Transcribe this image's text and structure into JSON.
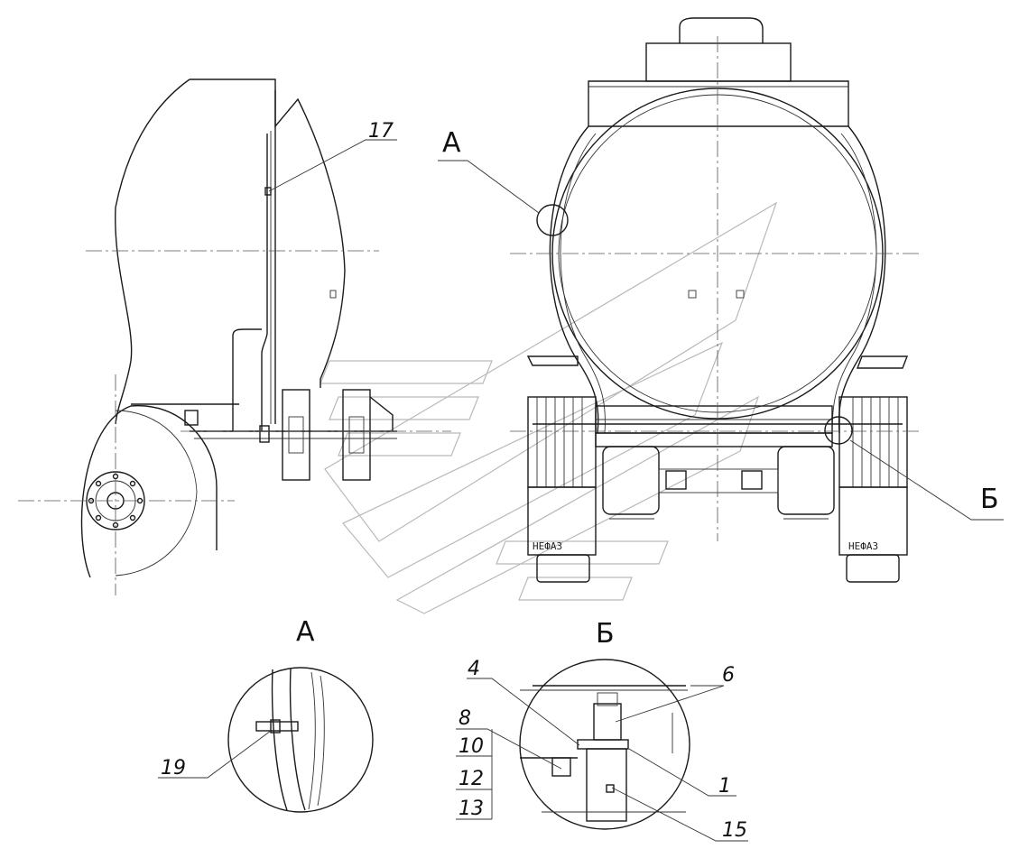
{
  "views": {
    "a": "А",
    "b": "Б"
  },
  "callouts": {
    "c17": "17",
    "c19": "19",
    "c4": "4",
    "c6": "6",
    "c8": "8",
    "c10": "10",
    "c12": "12",
    "c13": "13",
    "c1": "1",
    "c15": "15"
  },
  "stamps": {
    "left_fender": "НЕФАЗ",
    "right_fender": "НЕФАЗ"
  }
}
